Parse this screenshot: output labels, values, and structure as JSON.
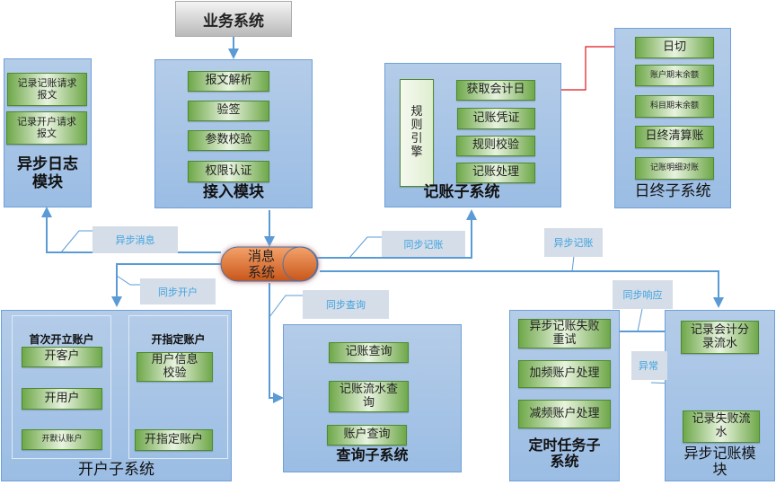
{
  "business_system": {
    "label": "业务系统"
  },
  "message_system": {
    "label_line1": "消息",
    "label_line2": "系统"
  },
  "async_log_module": {
    "title_line1": "异步日志",
    "title_line2": "模块",
    "items": [
      {
        "line1": "记录记账请求",
        "line2": "报文"
      },
      {
        "line1": "记录开户请求",
        "line2": "报文"
      }
    ]
  },
  "access_module": {
    "title": "接入模块",
    "items": [
      "报文解析",
      "验签",
      "参数校验",
      "权限认证"
    ]
  },
  "accounting_subsystem": {
    "title": "记账子系统",
    "rule_engine": [
      "规",
      "则",
      "引",
      "擎"
    ],
    "items": [
      "获取会计日",
      "记账凭证",
      "规则校验",
      "记账处理"
    ]
  },
  "eod_subsystem": {
    "title": "日终子系统",
    "items": [
      "日切",
      "账户期末余额",
      "科目期末余额",
      "日终清算账",
      "记账明细对账"
    ]
  },
  "account_opening_subsystem": {
    "title": "开户子系统",
    "first_open": {
      "title": "首次开立账户",
      "items": [
        "开客户",
        "开用户",
        "开默认账户"
      ]
    },
    "specified_open": {
      "title": "开指定账户",
      "items": [
        {
          "line1": "用户信息",
          "line2": "校验"
        },
        {
          "line1": "开指定账户",
          "line2": ""
        }
      ]
    }
  },
  "query_subsystem": {
    "title": "查询子系统",
    "items": [
      {
        "line1": "记账查询",
        "line2": ""
      },
      {
        "line1": "记账流水查",
        "line2": "询"
      },
      {
        "line1": "账户查询",
        "line2": ""
      }
    ]
  },
  "scheduled_task_subsystem": {
    "title_line1": "定时任务子",
    "title_line2": "系统",
    "items": [
      {
        "line1": "异步记账失败",
        "line2": "重试"
      },
      {
        "line1": "加频账户处理",
        "line2": ""
      },
      {
        "line1": "减频账户处理",
        "line2": ""
      }
    ]
  },
  "async_accounting_module": {
    "title_line1": "异步记账模",
    "title_line2": "块",
    "items": [
      {
        "line1": "记录会计分",
        "line2": "录流水"
      },
      {
        "line1": "记录失败流",
        "line2": "水"
      }
    ]
  },
  "connector_labels": {
    "async_message": "异步消息",
    "sync_accounting": "同步记账",
    "async_accounting": "异步记账",
    "sync_account_open": "同步开户",
    "sync_query": "同步查询",
    "sync_response": "同步响应",
    "exception": "异常"
  },
  "colors": {
    "connector": "#5b9bd5",
    "day_cut_link": "#e0141e",
    "message_system": "#e9742a"
  }
}
